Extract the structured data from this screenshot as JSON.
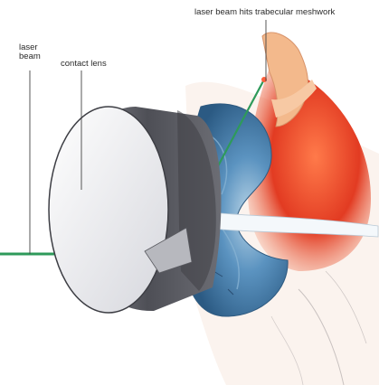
{
  "labels": {
    "laser_beam_line1": "laser",
    "laser_beam_line2": "beam",
    "contact_lens": "contact lens",
    "trabecular": "laser beam hits trabecular meshwork"
  },
  "colors": {
    "laser": "#2e9a5a",
    "iris": "#4f88b4",
    "iris_dark": "#2f5e86",
    "lens_rim": "#55565c",
    "lens_face": "#ececf0",
    "tissue_red": "#e4452a",
    "sclera_peach": "#f1b487",
    "leader": "#444444"
  }
}
